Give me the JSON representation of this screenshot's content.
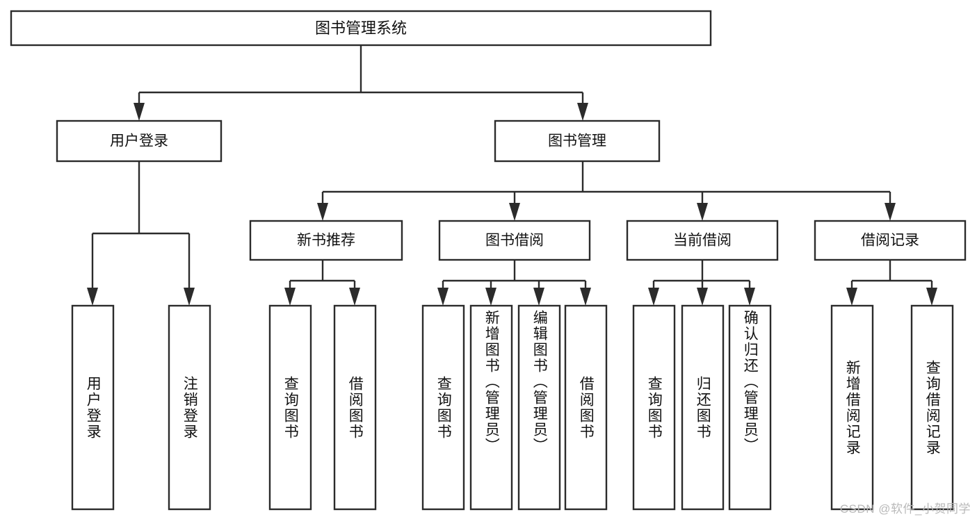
{
  "diagram": {
    "type": "tree",
    "title": "图书管理系统",
    "watermark": "CSDN @软件_小贺同学",
    "colors": {
      "stroke": "#2b2b2b",
      "fill": "#ffffff",
      "text": "#111111",
      "watermark": "#b9b9b9",
      "background": "#ffffff"
    },
    "levels": {
      "root": {
        "label": "图书管理系统"
      },
      "level1": [
        {
          "id": "user-login",
          "label": "用户登录"
        },
        {
          "id": "book-manage",
          "label": "图书管理"
        }
      ],
      "level2": [
        {
          "id": "new-book-recommend",
          "label": "新书推荐",
          "parent": "book-manage"
        },
        {
          "id": "book-borrow",
          "label": "图书借阅",
          "parent": "book-manage"
        },
        {
          "id": "current-borrow",
          "label": "当前借阅",
          "parent": "book-manage"
        },
        {
          "id": "borrow-record",
          "label": "借阅记录",
          "parent": "book-manage"
        }
      ],
      "leaves": [
        {
          "id": "leaf-1",
          "label": "用户登录",
          "parent": "user-login"
        },
        {
          "id": "leaf-2",
          "label": "注销登录",
          "parent": "user-login"
        },
        {
          "id": "leaf-3",
          "label": "查询图书",
          "parent": "new-book-recommend"
        },
        {
          "id": "leaf-4",
          "label": "借阅图书",
          "parent": "new-book-recommend"
        },
        {
          "id": "leaf-5",
          "label": "查询图书",
          "parent": "book-borrow"
        },
        {
          "id": "leaf-6",
          "label": "新增图书（管理员）",
          "parent": "book-borrow"
        },
        {
          "id": "leaf-7",
          "label": "编辑图书（管理员）",
          "parent": "book-borrow"
        },
        {
          "id": "leaf-8",
          "label": "借阅图书",
          "parent": "book-borrow"
        },
        {
          "id": "leaf-9",
          "label": "查询图书",
          "parent": "current-borrow"
        },
        {
          "id": "leaf-10",
          "label": "归还图书",
          "parent": "current-borrow"
        },
        {
          "id": "leaf-11",
          "label": "确认归还（管理员）",
          "parent": "current-borrow"
        },
        {
          "id": "leaf-12",
          "label": "新增借阅记录",
          "parent": "borrow-record"
        },
        {
          "id": "leaf-13",
          "label": "查询借阅记录",
          "parent": "borrow-record"
        }
      ]
    }
  }
}
